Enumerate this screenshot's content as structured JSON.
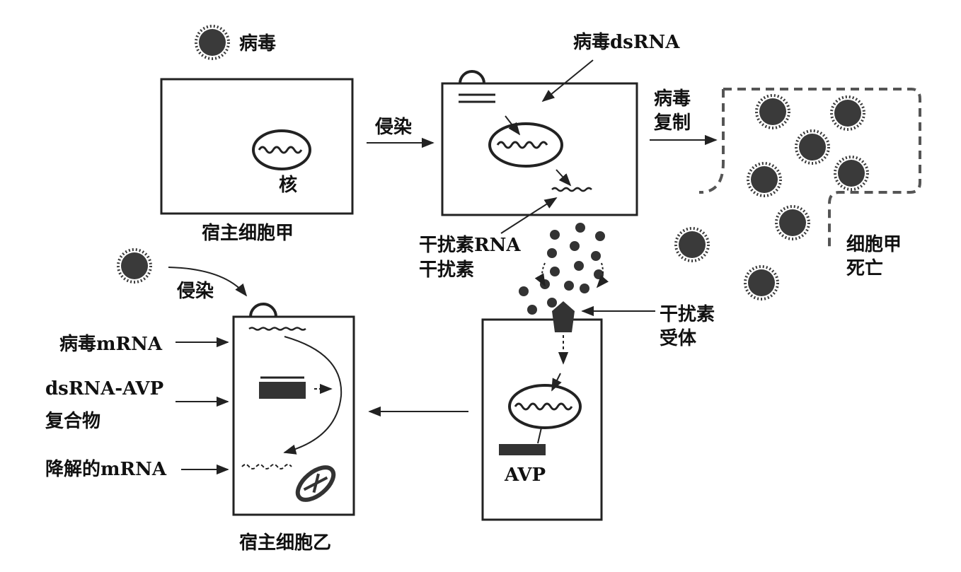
{
  "labels": {
    "virus": "病毒",
    "nucleus": "核",
    "host_cell_a": "宿主细胞甲",
    "infect_1": "侵染",
    "viral_dsrna": "病毒dsRNA",
    "virus_replicate_1": "病毒",
    "virus_replicate_2": "复制",
    "interferon_rna": "干扰素RNA",
    "interferon": "干扰素",
    "cell_a_dies_1": "细胞甲",
    "cell_a_dies_2": "死亡",
    "infect_2": "侵染",
    "viral_mrna": "病毒mRNA",
    "dsrna_avp_1": "dsRNA-AVP",
    "dsrna_avp_2": "复合物",
    "degraded_mrna": "降解的mRNA",
    "host_cell_b": "宿主细胞乙",
    "receptor_1": "干扰素",
    "receptor_2": "受体",
    "avp": "AVP"
  },
  "colors": {
    "ink": "#222222",
    "virus": "#3a3a3a",
    "dashed": "#555555"
  }
}
